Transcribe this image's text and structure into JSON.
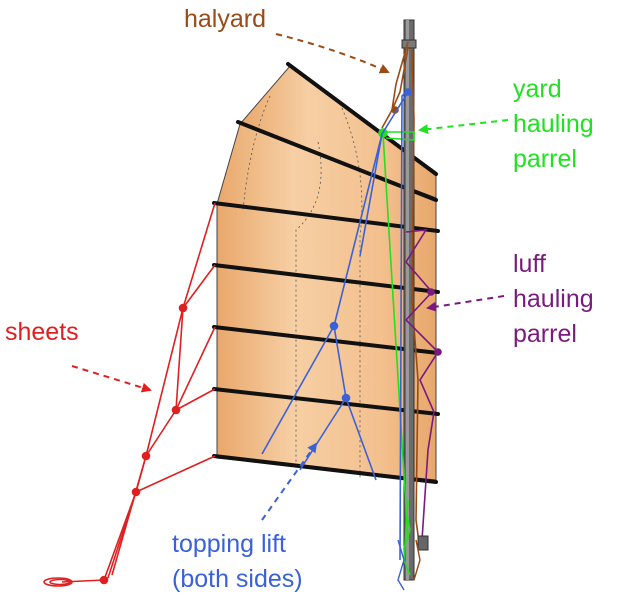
{
  "labels": {
    "halyard": [
      "halyard"
    ],
    "yard_hauling_parrel": [
      "yard",
      "hauling",
      "parrel"
    ],
    "luff_hauling_parrel": [
      "luff",
      "hauling",
      "parrel"
    ],
    "sheets": [
      "sheets"
    ],
    "topping_lift": [
      "topping lift",
      "(both sides)"
    ]
  },
  "colors": {
    "halyard": "#9b4a14",
    "yard_hauling_parrel": "#22e022",
    "luff_hauling_parrel": "#7a1a7e",
    "sheets": "#e02020",
    "topping_lift": "#3a62d8",
    "sail_fill": "#f3c08e",
    "mast": "#6b6b6b",
    "batten": "#111111"
  }
}
